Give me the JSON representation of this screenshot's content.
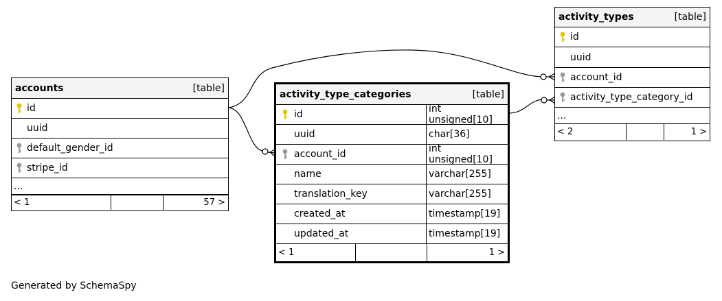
{
  "tables": {
    "accounts": {
      "name": "accounts",
      "kind": "[table]",
      "columns": [
        {
          "name": "id",
          "key": "primary"
        },
        {
          "name": "uuid",
          "key": "none"
        },
        {
          "name": "default_gender_id",
          "key": "foreign"
        },
        {
          "name": "stripe_id",
          "key": "foreign"
        }
      ],
      "more": "...",
      "footer": {
        "left": "< 1",
        "right": "57 >"
      }
    },
    "activity_type_categories": {
      "name": "activity_type_categories",
      "kind": "[table]",
      "columns": [
        {
          "name": "id",
          "key": "primary",
          "type": "int unsigned[10]"
        },
        {
          "name": "uuid",
          "key": "none",
          "type": "char[36]"
        },
        {
          "name": "account_id",
          "key": "foreign",
          "type": "int unsigned[10]"
        },
        {
          "name": "name",
          "key": "none",
          "type": "varchar[255]"
        },
        {
          "name": "translation_key",
          "key": "none",
          "type": "varchar[255]"
        },
        {
          "name": "created_at",
          "key": "none",
          "type": "timestamp[19]"
        },
        {
          "name": "updated_at",
          "key": "none",
          "type": "timestamp[19]"
        }
      ],
      "footer": {
        "left": "< 1",
        "right": "1 >"
      }
    },
    "activity_types": {
      "name": "activity_types",
      "kind": "[table]",
      "columns": [
        {
          "name": "id",
          "key": "primary"
        },
        {
          "name": "uuid",
          "key": "none"
        },
        {
          "name": "account_id",
          "key": "foreign"
        },
        {
          "name": "activity_type_category_id",
          "key": "foreign"
        }
      ],
      "more": "...",
      "footer": {
        "left": "< 2",
        "right": "1 >"
      }
    }
  },
  "relationships": [
    {
      "from": "activity_type_categories.account_id",
      "to": "accounts.id"
    },
    {
      "from": "activity_types.account_id",
      "to": "accounts.id"
    },
    {
      "from": "activity_types.activity_type_category_id",
      "to": "activity_type_categories.id"
    }
  ],
  "colors": {
    "primary_key": "#e6c400",
    "foreign_key": "#9a9a9a",
    "header_bg": "#f4f4f4"
  },
  "footer_text": "Generated by SchemaSpy"
}
